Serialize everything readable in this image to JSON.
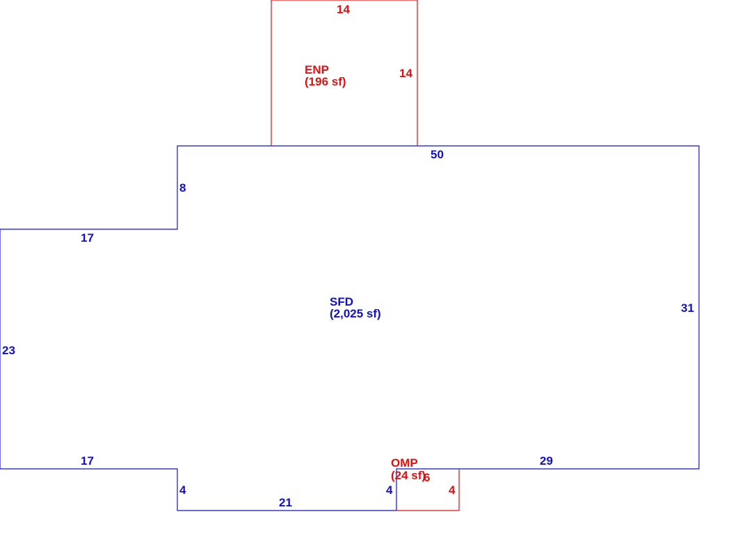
{
  "colors": {
    "main": "#1010c8",
    "addition": "#e01010",
    "background": "#ffffff"
  },
  "areas": {
    "enp": {
      "code": "ENP",
      "area": "(196 sf)"
    },
    "sfd": {
      "code": "SFD",
      "area": "(2,025 sf)"
    },
    "omp": {
      "code": "OMP",
      "area": "(24 sf)"
    }
  },
  "dimensions": {
    "enp_top": "14",
    "enp_right": "14",
    "sfd_top": "50",
    "sfd_upper_left_step": "8",
    "sfd_left_upper_run": "17",
    "sfd_left": "23",
    "sfd_right": "31",
    "sfd_left_lower_run": "17",
    "sfd_lower_right_run": "29",
    "sfd_bottom_left_step": "4",
    "sfd_bottom": "21",
    "sfd_bottom_right_step": "4",
    "omp_top": "6",
    "omp_right": "4"
  }
}
